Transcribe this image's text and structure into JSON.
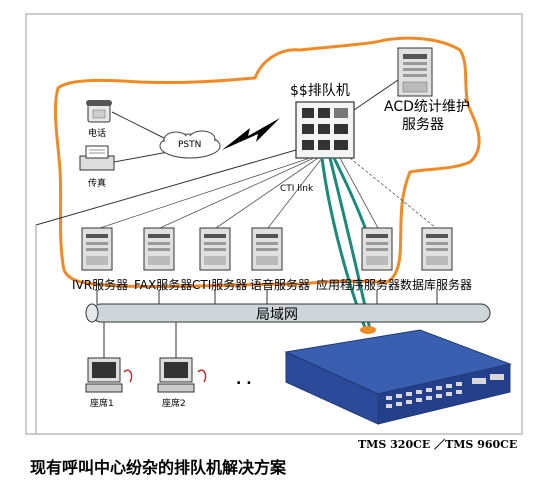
{
  "diagram": {
    "queue_machine_label": "$$排队机",
    "acd_label_line1": "ACD统计维护",
    "acd_label_line2": "服务器",
    "phone_label": "电话",
    "fax_label": "传真",
    "pstn_label": "PSTN",
    "cti_link_label": "CTI link",
    "lan_label": "局域网",
    "servers": [
      {
        "label": "IVR服务器"
      },
      {
        "label": "FAX服务器"
      },
      {
        "label": "CTI服务器"
      },
      {
        "label": "语音服务器"
      },
      {
        "label": "应用程序服务器"
      },
      {
        "label": "数据库服务器"
      }
    ],
    "seats": [
      {
        "label": "座席1"
      },
      {
        "label": "座席2"
      }
    ],
    "ellipsis": ". .",
    "device_model_label": "TMS 320CE ／TMS 960CE",
    "caption": "现有呼叫中心纷杂的排队机解决方案"
  },
  "colors": {
    "outline_orange": "#f08a24",
    "teal_link": "#1a8a7a",
    "device_blue": "#2c4a9a",
    "lan_fill": "#cfd6da"
  }
}
